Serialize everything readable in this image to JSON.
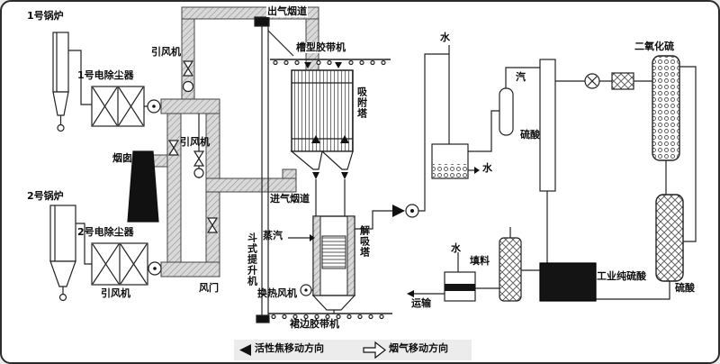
{
  "labels": {
    "boiler1": "1号锅炉",
    "esp1": "1号电除尘器",
    "id_fan_top": "引风机",
    "id_fan_mid": "引风机",
    "id_fan_bottom": "引风机",
    "chimney": "烟囱",
    "boiler2": "2号锅炉",
    "esp2": "2号电除尘器",
    "damper": "风门",
    "outlet_flue": "出气烟道",
    "trough_belt": "槽型胶带机",
    "adsorption_tower": "吸附塔",
    "inlet_flue": "进气烟道",
    "steam": "蒸汽",
    "desorption_tower": "解吸塔",
    "heat_exchange_fan": "换热风机",
    "bucket_elevator": "斗式提升机",
    "skirt_belt": "裙边胶带机",
    "water_top": "水",
    "water_out": "水",
    "vapor": "汽",
    "sulfuric_acid_upper": "硫酸",
    "sulfur_dioxide": "二氧化硫",
    "water_feed": "水",
    "packing": "填料",
    "industrial_acid": "工业纯硫酸",
    "sulfuric_acid_product": "硫酸",
    "transport": "运输",
    "legend_coke": "活性焦移动方向",
    "legend_gas": "烟气移动方向"
  },
  "colors": {
    "line": "#222222",
    "duct_fill": "#d9d9d9",
    "tank_fill": "#141414",
    "background": "#ffffff"
  }
}
